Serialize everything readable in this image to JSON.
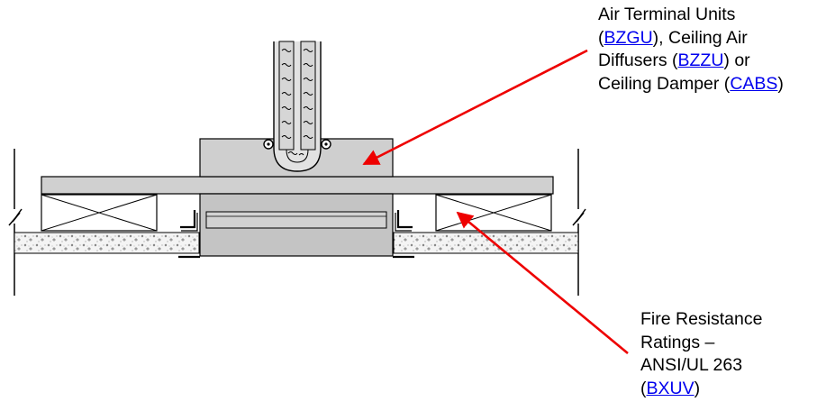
{
  "colors": {
    "link": "#0000ee",
    "arrow": "#ee0000",
    "outline": "#000000",
    "fill_gray": "#d0d0d0",
    "fill_dark": "#c4c4c4",
    "concrete": "#f2f2f2",
    "duct_insulation": "#d8d8d8"
  },
  "callout_top": {
    "line1": "Air Terminal Units",
    "pre_bzgu": "(",
    "bzgu": "BZGU",
    "post_bzgu": "), Ceiling Air",
    "pre_bzzu": "Diffusers (",
    "bzzu": "BZZU",
    "post_bzzu": ") or",
    "pre_cabs": "Ceiling Damper (",
    "cabs": "CABS",
    "post_cabs": ")"
  },
  "callout_bottom": {
    "line1": "Fire Resistance",
    "line2": "Ratings –",
    "line3": "ANSI/UL 263",
    "pre_bxuv": "(",
    "bxuv": "BXUV",
    "post_bxuv": ")"
  }
}
